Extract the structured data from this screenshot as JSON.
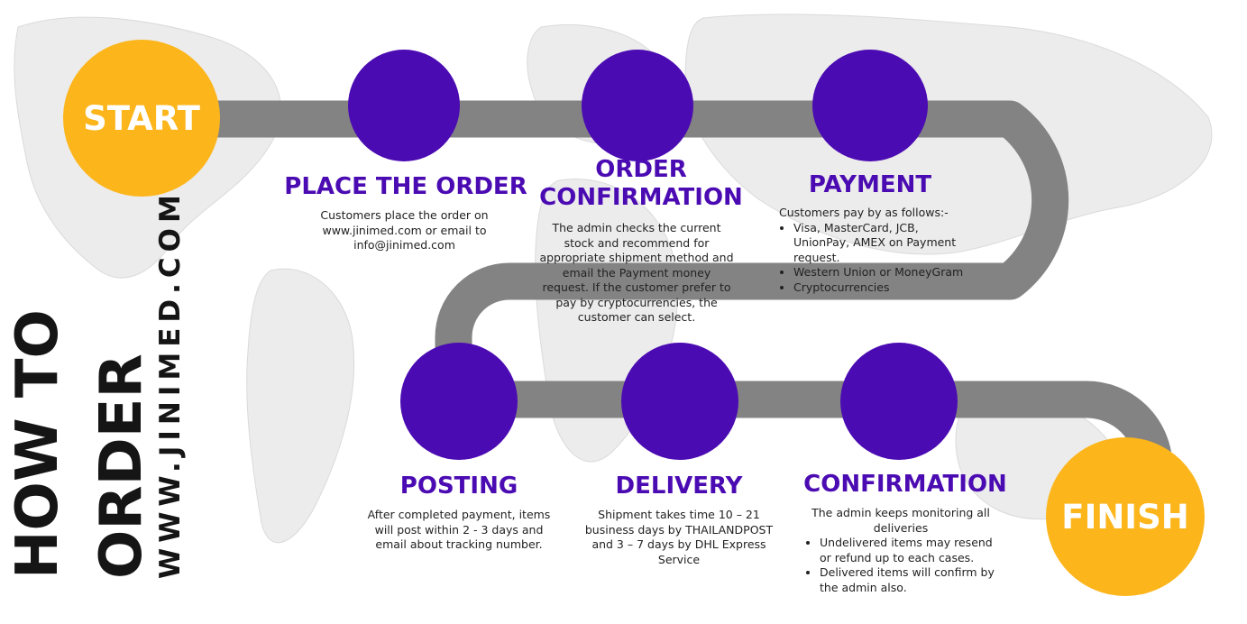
{
  "side_title": {
    "line1": "HOW TO",
    "line2": "ORDER",
    "website": "WWW.JINIMED.COM"
  },
  "start_label": "START",
  "finish_label": "FINISH",
  "steps": [
    {
      "title": "PLACE THE ORDER",
      "desc": "Customers place the order on www.jinimed.com or email to info@jinimed.com"
    },
    {
      "title_line1": "ORDER",
      "title_line2": "CONFIRMATION",
      "desc": "The admin checks the current stock and recommend for appropriate shipment method and email the Payment money request. If the customer prefer to pay by cryptocurrencies, the customer can select."
    },
    {
      "title": "PAYMENT",
      "intro": "Customers pay by as follows:-",
      "bullets": [
        "Visa, MasterCard, JCB, UnionPay, AMEX on Payment request.",
        "Western Union or MoneyGram",
        " Cryptocurrencies"
      ]
    },
    {
      "title": "POSTING",
      "desc": "After completed payment, items will post within 2 - 3 days and email about tracking number."
    },
    {
      "title": "DELIVERY",
      "desc": "Shipment takes time 10 – 21 business days by THAILANDPOST and 3 – 7 days by DHL Express Service"
    },
    {
      "title": "CONFIRMATION",
      "intro": "The admin keeps monitoring all deliveries",
      "bullets": [
        "Undelivered items may resend or refund up to each cases.",
        "Delivered items will confirm by the admin also."
      ]
    }
  ],
  "colors": {
    "road": "#838383",
    "step_circle": "#4b0bb2",
    "start_finish": "#fcb51b",
    "title": "#4b0bb2",
    "map": "#e9e9e9"
  }
}
